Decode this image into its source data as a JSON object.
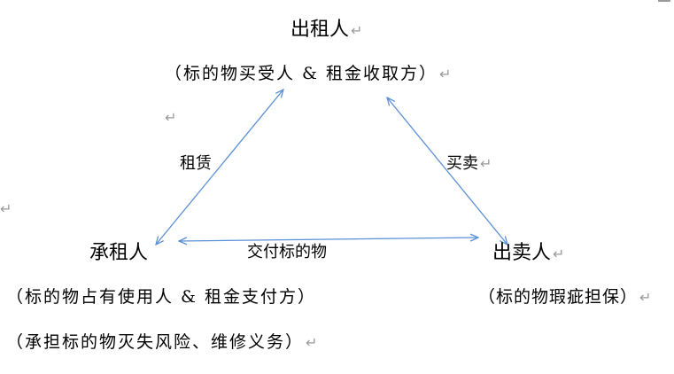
{
  "parties": {
    "lessor": {
      "name": "出租人",
      "role": "（标的物买受人 & 租金收取方）"
    },
    "lessee": {
      "name": "承租人",
      "role": "（标的物占有使用人 & 租金支付方）",
      "duties": "（承担标的物灭失风险、维修义务）"
    },
    "seller": {
      "name": "出卖人",
      "role": "（标的物瑕疵担保）"
    }
  },
  "relations": {
    "lease": "租赁",
    "sale": "买卖",
    "delivery": "交付标的物"
  },
  "paragraph_mark": "↵",
  "colors": {
    "arrow": "#5b8fd6",
    "text": "#000000",
    "mark": "#9a9a9a"
  }
}
